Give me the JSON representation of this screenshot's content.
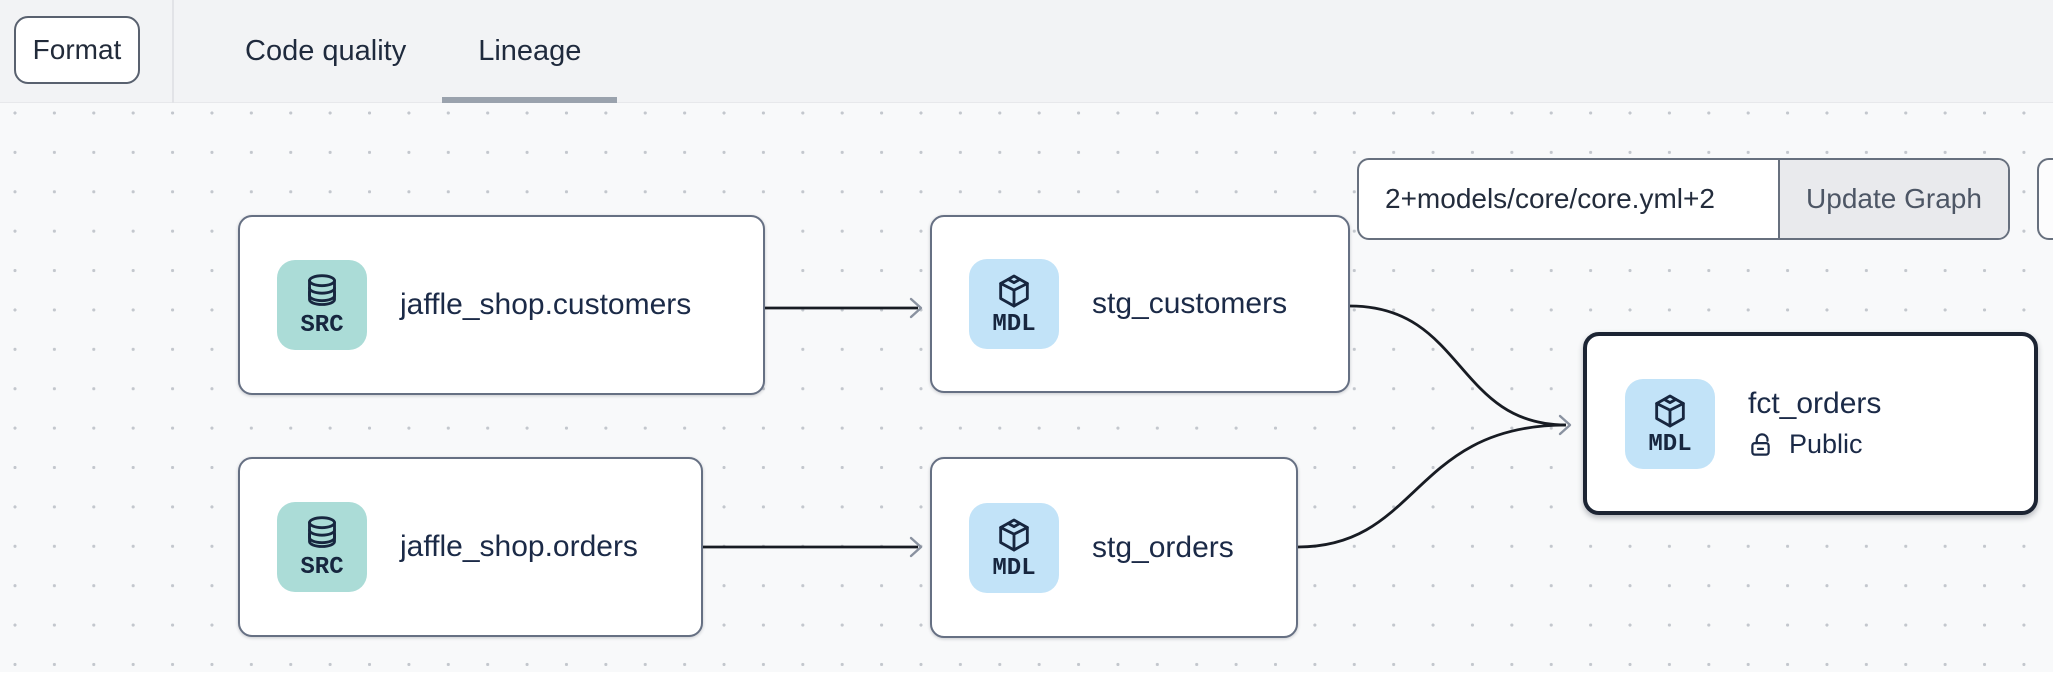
{
  "header": {
    "format_button_label": "Format",
    "tabs": [
      {
        "label": "Code quality",
        "active": false
      },
      {
        "label": "Lineage",
        "active": true
      }
    ]
  },
  "lineage_controls": {
    "selector_input_value": "2+models/core/core.yml+2",
    "update_graph_button_label": "Update Graph"
  },
  "graph": {
    "nodes": [
      {
        "id": "source-jaffle-shop-customers",
        "type": "source",
        "badge": "SRC",
        "icon": "database-icon",
        "label": "jaffle_shop.customers",
        "selected": false
      },
      {
        "id": "model-stg-customers",
        "type": "model",
        "badge": "MDL",
        "icon": "cube-icon",
        "label": "stg_customers",
        "selected": false
      },
      {
        "id": "source-jaffle-shop-orders",
        "type": "source",
        "badge": "SRC",
        "icon": "database-icon",
        "label": "jaffle_shop.orders",
        "selected": false
      },
      {
        "id": "model-stg-orders",
        "type": "model",
        "badge": "MDL",
        "icon": "cube-icon",
        "label": "stg_orders",
        "selected": false
      },
      {
        "id": "model-fct-orders",
        "type": "model",
        "badge": "MDL",
        "icon": "cube-icon",
        "label": "fct_orders",
        "access": "Public",
        "access_icon": "unlock-icon",
        "selected": true
      }
    ],
    "edges": [
      {
        "from": "jaffle_shop.customers",
        "to": "stg_customers"
      },
      {
        "from": "jaffle_shop.orders",
        "to": "stg_orders"
      },
      {
        "from": "stg_customers",
        "to": "fct_orders"
      },
      {
        "from": "stg_orders",
        "to": "fct_orders"
      }
    ]
  },
  "colors": {
    "header_bg": "#f2f3f5",
    "canvas_bg": "#f8f9fa",
    "dot_grid": "#c3c7cd",
    "source_badge_bg": "#abdcd7",
    "model_badge_bg": "#c2e3f8",
    "node_text": "#1b2a47",
    "node_border": "#667083",
    "selected_node_border": "#1c2433",
    "edge_stroke": "#181c23",
    "arrowhead_stroke": "#8a92a0",
    "tab_underline": "#9aa2ad",
    "update_button_bg": "#e9eaed"
  }
}
